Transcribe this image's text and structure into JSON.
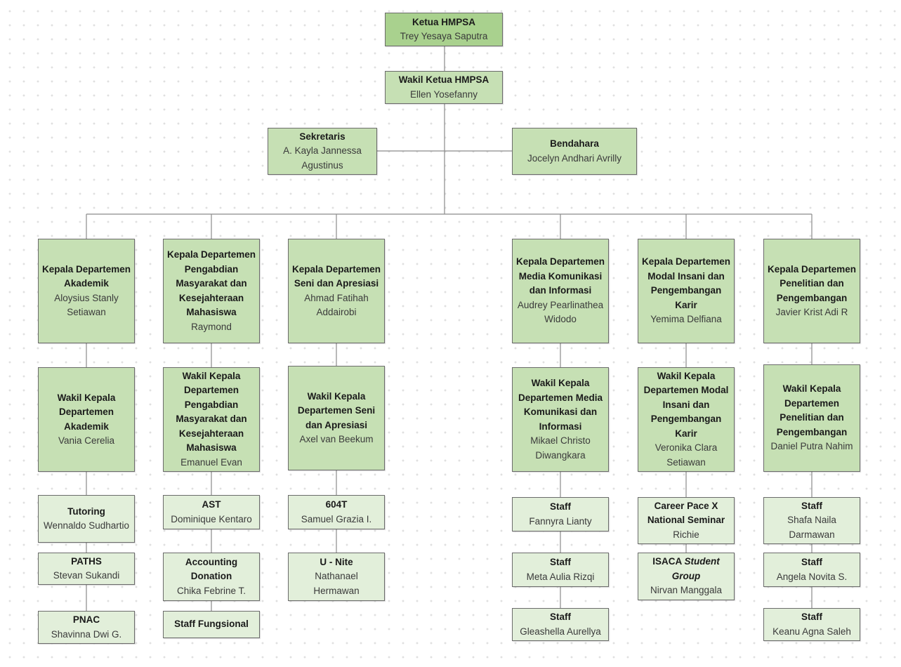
{
  "nodes": {
    "ketua": {
      "title": "Ketua HMPSA",
      "name": "Trey Yesaya Saputra"
    },
    "wakil": {
      "title": "Wakil Ketua HMPSA",
      "name": "Ellen Yosefanny"
    },
    "sekretaris": {
      "title": "Sekretaris",
      "name": "A. Kayla Jannessa Agustinus"
    },
    "bendahara": {
      "title": "Bendahara",
      "name": "Jocelyn Andhari Avrilly"
    },
    "kadep_akademik": {
      "title": "Kepala Departemen Akademik",
      "name": "Aloysius Stanly Setiawan"
    },
    "kadep_pengabdian": {
      "title": "Kepala Departemen Pengabdian Masyarakat dan Kesejahteraan Mahasiswa",
      "name": "Raymond"
    },
    "kadep_seni": {
      "title": "Kepala Departemen Seni dan Apresiasi",
      "name": "Ahmad Fatihah Addairobi"
    },
    "kadep_media": {
      "title": "Kepala Departemen Media Komunikasi dan Informasi",
      "name": "Audrey Pearlinathea Widodo"
    },
    "kadep_modal": {
      "title": "Kepala Departemen Modal Insani dan Pengembangan Karir",
      "name": "Yemima Delfiana"
    },
    "kadep_penelitian": {
      "title": "Kepala Departemen Penelitian dan Pengembangan",
      "name": "Javier Krist Adi R"
    },
    "wakadep_akademik": {
      "title": "Wakil Kepala Departemen Akademik",
      "name": "Vania Cerelia"
    },
    "wakadep_pengabdian": {
      "title": "Wakil Kepala Departemen Pengabdian Masyarakat dan Kesejahteraan Mahasiswa",
      "name": "Emanuel Evan"
    },
    "wakadep_seni": {
      "title": "Wakil Kepala Departemen Seni dan Apresiasi",
      "name": "Axel van Beekum"
    },
    "wakadep_media": {
      "title": "Wakil Kepala Departemen Media Komunikasi dan Informasi",
      "name": "Mikael Christo Diwangkara"
    },
    "wakadep_modal": {
      "title": "Wakil Kepala Departemen Modal Insani dan Pengembangan Karir",
      "name": "Veronika Clara Setiawan"
    },
    "wakadep_penelitian": {
      "title": "Wakil Kepala Departemen Penelitian dan Pengembangan",
      "name": "Daniel Putra Nahim"
    },
    "tutoring": {
      "title": "Tutoring",
      "name": "Wennaldo Sudhartio"
    },
    "paths": {
      "title": "PATHS",
      "name": "Stevan Sukandi"
    },
    "pnac": {
      "title": "PNAC",
      "name": "Shavinna Dwi G."
    },
    "ast": {
      "title": "AST",
      "name": "Dominique Kentaro"
    },
    "accounting": {
      "title": "Accounting Donation",
      "name": "Chika Febrine T."
    },
    "staff_fungsional": {
      "title": "Staff Fungsional"
    },
    "t604": {
      "title": "604T",
      "name": "Samuel Grazia I."
    },
    "unite": {
      "title": "U - Nite",
      "name": "Nathanael Hermawan"
    },
    "media_staff1": {
      "title": "Staff",
      "name": "Fannyra Lianty"
    },
    "media_staff2": {
      "title": "Staff",
      "name": "Meta Aulia Rizqi"
    },
    "media_staff3": {
      "title": "Staff",
      "name": "Gleashella Aurellya"
    },
    "career": {
      "title": "Career Pace X National Seminar",
      "name": "Richie"
    },
    "isaca": {
      "title": "ISACA",
      "title_italic": "Student Group",
      "name": "Nirvan Manggala"
    },
    "lit_staff1": {
      "title": "Staff",
      "name": "Shafa Naila Darmawan"
    },
    "lit_staff2": {
      "title": "Staff",
      "name": "Angela Novita S."
    },
    "lit_staff3": {
      "title": "Staff",
      "name": "Keanu Agna Saleh"
    }
  },
  "colors": {
    "level1": "#a9d18e",
    "level2": "#c6e0b4",
    "level3": "#e2efda",
    "border": "#6b6b6b",
    "connector": "#8a8a8a"
  }
}
